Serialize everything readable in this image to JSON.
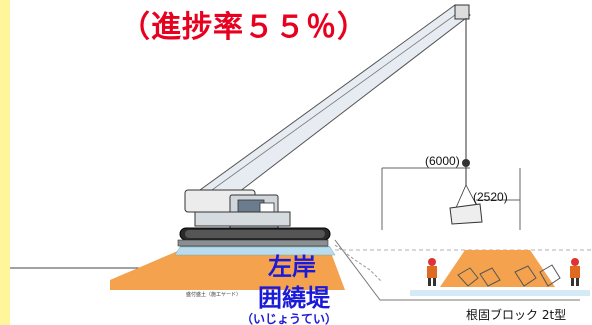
{
  "title": "（進捗率５５％）",
  "dimensions": {
    "upper": "(6000)",
    "lower": "(2520)"
  },
  "structure_label": {
    "line1": "左岸",
    "line2": "囲繞堤",
    "reading": "（いじょうてい）"
  },
  "block_caption": "根固ブロック  2t型",
  "embankment_note": "盛付盛土（施工ヤード）",
  "colors": {
    "title": "#e8001f",
    "label": "#1a1ad8",
    "fill_soil": "#f4a24e",
    "background": "#fffbd6"
  }
}
